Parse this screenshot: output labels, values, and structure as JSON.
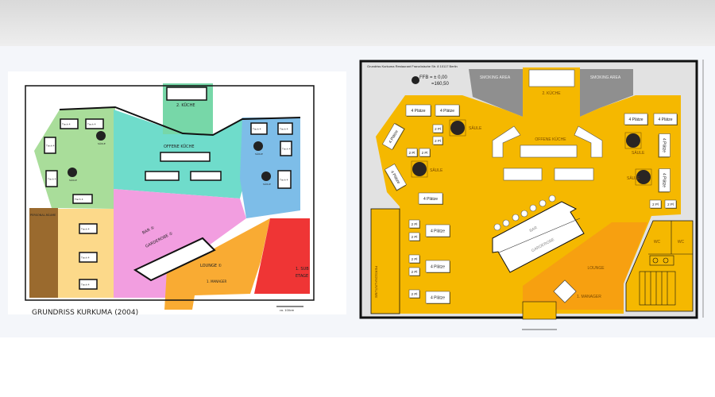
{
  "left_plan": {
    "caption": "GRUNDRISS KURKUMA (2004)",
    "scale_note": "ca. 100cm",
    "kitchen2": "2. KÜCHE",
    "open_kitchen": "OFFENE KÜCHE",
    "bar": "BAR ①",
    "garderobe": "GARDEROBE ①",
    "lounge": "LOUNGE ①",
    "manager": "1. MANAGER",
    "sub_1": "1. SUB",
    "sub_2": "ETAGE",
    "column": "SÄULE",
    "table": "Tisch 4",
    "staff": "PERSONAL-RÄUME"
  },
  "right_plan": {
    "title": "Grundriss Kurkuma Restaurant Französische Str. 8 10117 Berlin",
    "ffb_line1": "FFB = ± 0,00",
    "ffb_line2": "=160,50",
    "smoking_area": "SMOKING AREA",
    "kitchen2": "2. KÜCHE",
    "open_kitchen": "OFFENE KÜCHE",
    "column": "SÄULE",
    "table4": "4 Plätze",
    "table2": "2 Pl",
    "bar": "BAR",
    "garderobe": "GARDEROBE",
    "lounge": "LOUNGE",
    "manager": "1. MANAGER",
    "wc": "WC",
    "staff": "PERSONALRÄUME",
    "colors": {
      "floor": "#f5b800",
      "lounge": "#f7a010",
      "smoking": "#8f8f8f",
      "wall": "#e2e2e2"
    }
  }
}
